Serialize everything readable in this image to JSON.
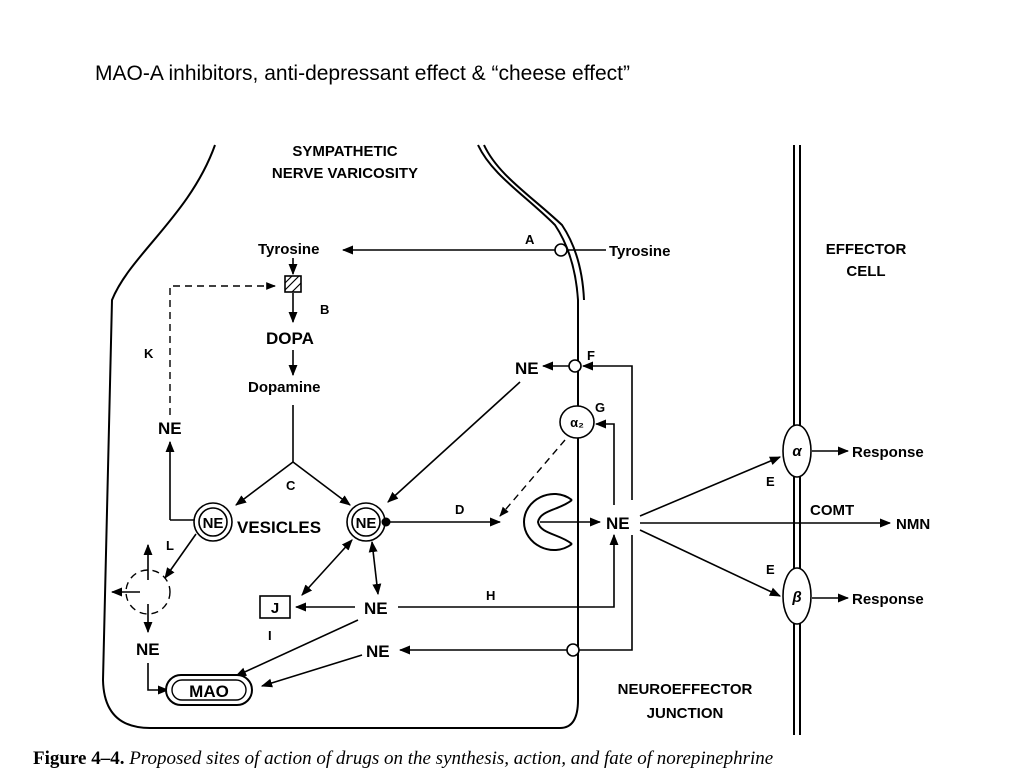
{
  "slide": {
    "title": "MAO-A inhibitors, anti-depressant effect & “cheese effect”"
  },
  "caption": {
    "figure": "Figure 4–4.",
    "text": "Proposed sites of action of drugs on the synthesis, action, and fate of norepinephrine"
  },
  "diagram": {
    "regions": {
      "varicosity_line1": "SYMPATHETIC",
      "varicosity_line2": "NERVE VARICOSITY",
      "effector_line1": "EFFECTOR",
      "effector_line2": "CELL",
      "junction_line1": "NEUROEFFECTOR",
      "junction_line2": "JUNCTION"
    },
    "molecules": {
      "tyrosine_in": "Tyrosine",
      "tyrosine_out": "Tyrosine",
      "dopa": "DOPA",
      "dopamine": "Dopamine",
      "vesicles": "VESICLES",
      "ne": "NE",
      "mao": "MAO",
      "comt": "COMT",
      "nmn": "NMN",
      "response": "Response",
      "alpha": "α",
      "alpha2": "α₂",
      "beta": "β",
      "j_box": "J"
    },
    "site_letters": {
      "a": "A",
      "b": "B",
      "c": "C",
      "d": "D",
      "e": "E",
      "f": "F",
      "g": "G",
      "h": "H",
      "i": "I",
      "k": "K",
      "l": "L"
    }
  }
}
